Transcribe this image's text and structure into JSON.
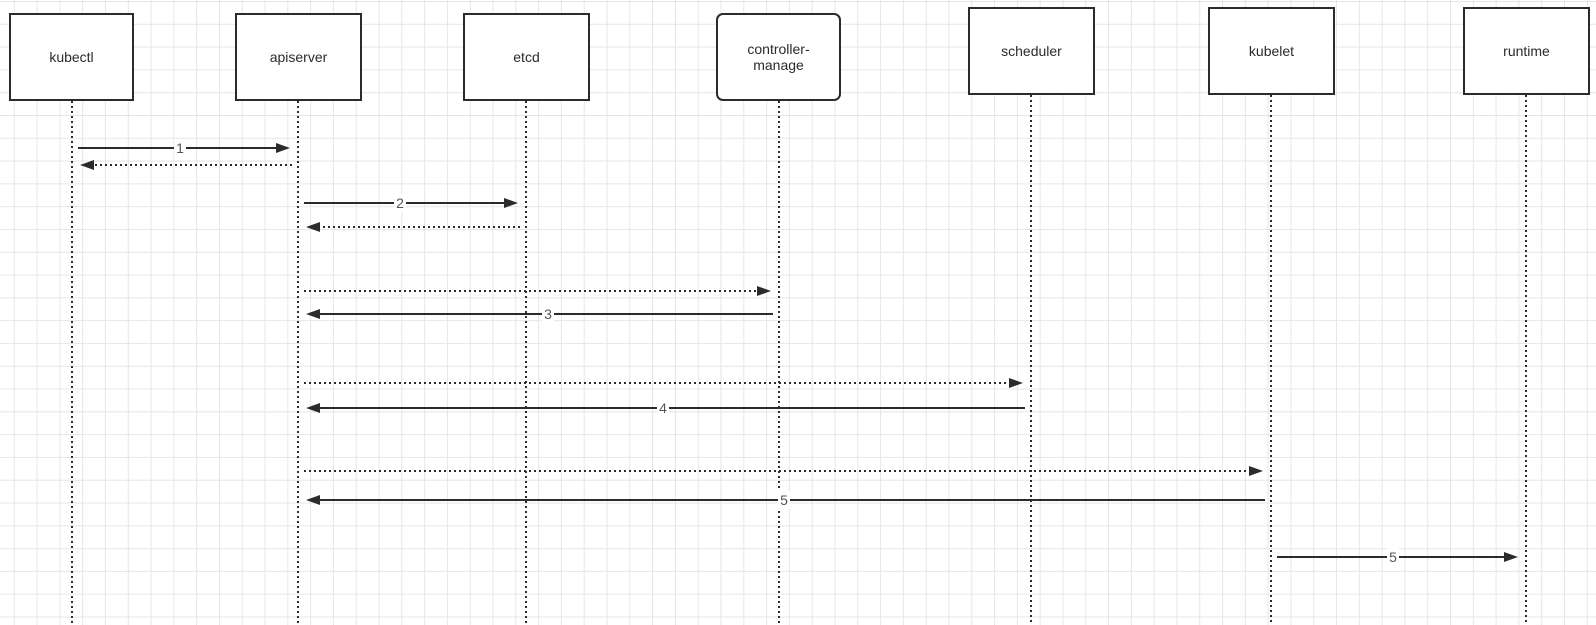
{
  "participants": [
    {
      "id": "kubectl",
      "label": "kubectl"
    },
    {
      "id": "apiserver",
      "label": "apiserver"
    },
    {
      "id": "etcd",
      "label": "etcd"
    },
    {
      "id": "controller",
      "label": "controller-manage"
    },
    {
      "id": "scheduler",
      "label": "scheduler"
    },
    {
      "id": "kubelet",
      "label": "kubelet"
    },
    {
      "id": "runtime",
      "label": "runtime"
    }
  ],
  "messages": [
    {
      "from": "kubectl",
      "to": "apiserver",
      "style": "solid",
      "label": "1"
    },
    {
      "from": "apiserver",
      "to": "kubectl",
      "style": "dotted",
      "label": ""
    },
    {
      "from": "apiserver",
      "to": "etcd",
      "style": "solid",
      "label": "2"
    },
    {
      "from": "etcd",
      "to": "apiserver",
      "style": "dotted",
      "label": ""
    },
    {
      "from": "apiserver",
      "to": "controller",
      "style": "dotted",
      "label": ""
    },
    {
      "from": "controller",
      "to": "apiserver",
      "style": "solid",
      "label": "3"
    },
    {
      "from": "apiserver",
      "to": "scheduler",
      "style": "dotted",
      "label": ""
    },
    {
      "from": "scheduler",
      "to": "apiserver",
      "style": "solid",
      "label": "4"
    },
    {
      "from": "apiserver",
      "to": "kubelet",
      "style": "dotted",
      "label": ""
    },
    {
      "from": "kubelet",
      "to": "apiserver",
      "style": "solid",
      "label": "5"
    },
    {
      "from": "kubelet",
      "to": "runtime",
      "style": "solid",
      "label": "5"
    }
  ],
  "colors": {
    "line": "#2b2b2b",
    "grid": "#e6e6e6",
    "label": "#555555"
  }
}
